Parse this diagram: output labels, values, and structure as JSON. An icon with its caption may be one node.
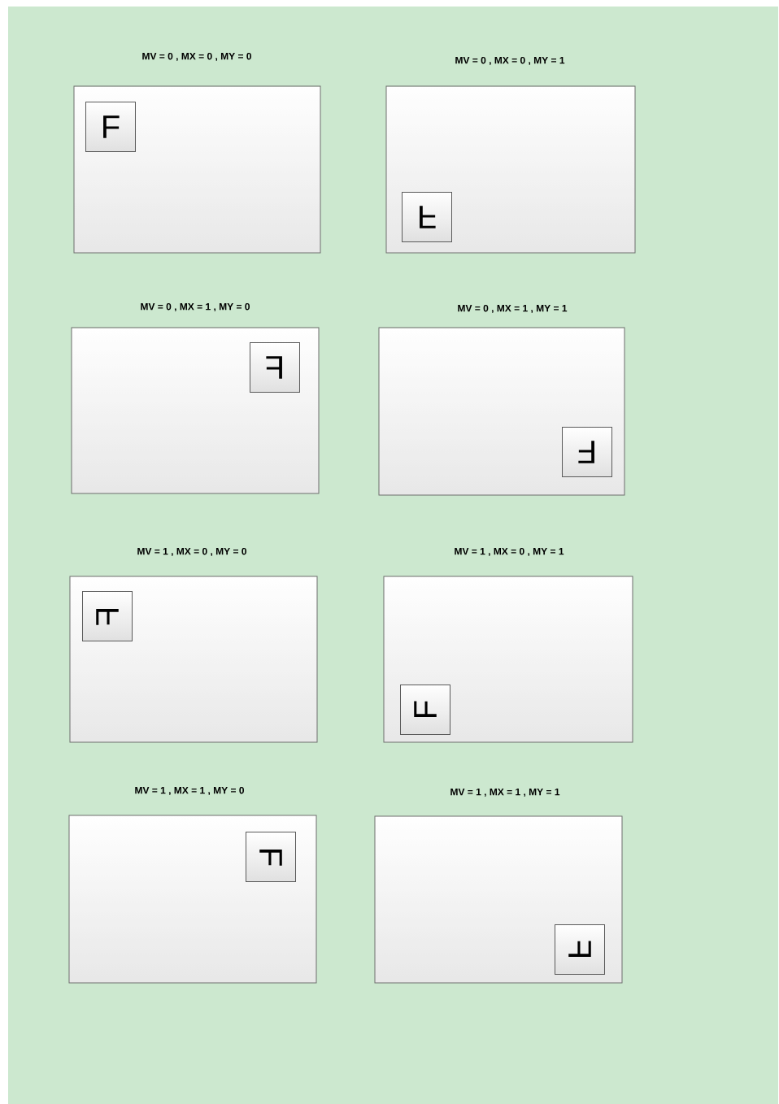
{
  "diagram": {
    "nodes": [
      {
        "text": [
          "MV = 0 , MX = 0 , MY = 0"
        ]
      },
      {
        "text": [
          "F"
        ],
        "in": 0
      },
      {
        "text": [
          "MV = 0 , MX = 0 , MY = 1"
        ]
      },
      {
        "text": [
          "F"
        ],
        "in": 2
      },
      {
        "text": [
          "MV = 0 , MX = 1 , MY = 0"
        ]
      },
      {
        "text": [
          "F"
        ],
        "in": 4
      },
      {
        "text": [
          "MV = 0 , MX = 1 , MY = 1"
        ]
      },
      {
        "text": [
          "F"
        ],
        "in": 6
      },
      {
        "text": [
          "MV = 1 , MX = 0 , MY = 0"
        ]
      },
      {
        "text": [
          "F"
        ],
        "in": 8
      },
      {
        "text": [
          "MV = 1 , MX = 0 , MY = 1"
        ]
      },
      {
        "text": [
          "F"
        ],
        "in": 10
      },
      {
        "text": [
          "MV = 1 , MX = 1 , MY = 0"
        ]
      },
      {
        "text": [
          "F"
        ],
        "in": 12
      },
      {
        "text": [
          "MV = 1 , MX = 1 , MY = 1"
        ]
      },
      {
        "text": [
          "F"
        ],
        "in": 14
      }
    ]
  }
}
